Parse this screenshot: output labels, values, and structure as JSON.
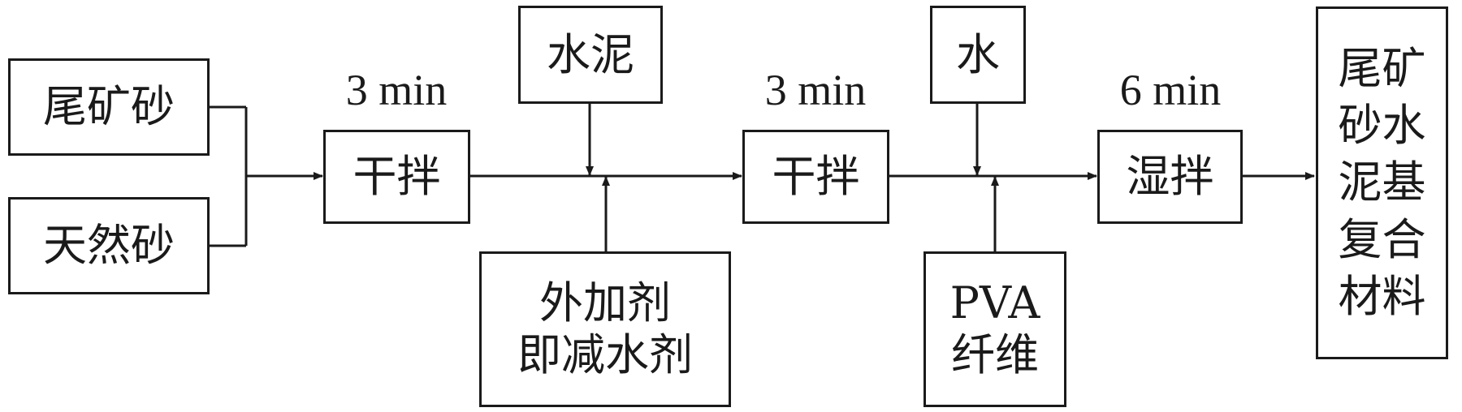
{
  "nodes": {
    "tailing_sand": "尾矿砂",
    "natural_sand": "天然砂",
    "dry_mix_1": "干拌",
    "cement": "水泥",
    "admixture": "外加剂\n即减水剂",
    "dry_mix_2": "干拌",
    "water": "水",
    "pva_fiber": "PVA\n纤维",
    "wet_mix": "湿拌",
    "product": "尾矿\n砂水\n泥基\n复合\n材料"
  },
  "times": {
    "t1": "3 min",
    "t2": "3 min",
    "t3": "6 min"
  }
}
